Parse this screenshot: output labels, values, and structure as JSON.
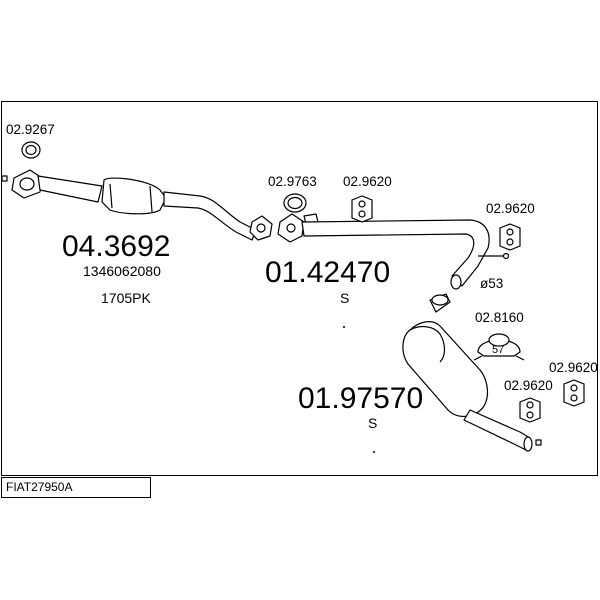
{
  "parts": [
    {
      "number": "02.9267"
    },
    {
      "number": "02.9763"
    },
    {
      "number": "02.9620"
    },
    {
      "number": "02.9620"
    },
    {
      "number": "02.8160"
    },
    {
      "number": "02.9620"
    },
    {
      "number": "02.9620"
    }
  ],
  "assemblies": {
    "front": {
      "number": "04.3692",
      "oe_number": "1346062080",
      "code": "1705PK"
    },
    "middle": {
      "number": "01.42470",
      "suffix": "S"
    },
    "rear": {
      "number": "01.97570",
      "suffix": "S"
    }
  },
  "callouts": {
    "diameter": "ø53",
    "clamp_size": "57"
  },
  "footer": {
    "vehicle_code": "FIAT27950A"
  }
}
